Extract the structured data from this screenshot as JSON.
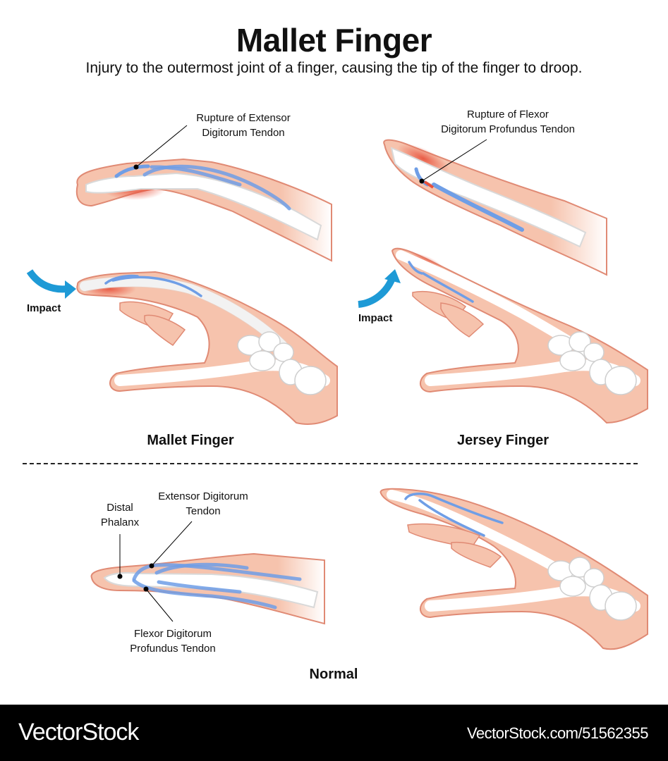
{
  "header": {
    "title": "Mallet Finger",
    "subtitle": "Injury to the outermost joint of a finger, causing the tip of the finger to droop."
  },
  "panels": {
    "mallet": {
      "caption": "Mallet Finger",
      "annotation": "Rupture of Extensor Digitorum Tendon",
      "annotation_line1": "Rupture of Extensor",
      "annotation_line2": "Digitorum Tendon",
      "impact_label": "Impact"
    },
    "jersey": {
      "caption": "Jersey Finger",
      "annotation_line1": "Rupture of Flexor",
      "annotation_line2": "Digitorum Profundus Tendon",
      "impact_label": "Impact"
    },
    "normal": {
      "caption": "Normal",
      "labels": {
        "distal_phalanx_line1": "Distal",
        "distal_phalanx_line2": "Phalanx",
        "extensor_line1": "Extensor Digitorum",
        "extensor_line2": "Tendon",
        "flexor_line1": "Flexor Digitorum",
        "flexor_line2": "Profundus Tendon"
      }
    }
  },
  "colors": {
    "skin": "#f6c3ad",
    "skin_outline": "#e08a74",
    "injury": "#e8503a",
    "bone": "#ffffff",
    "bone_shadow": "#d9d9d9",
    "tendon": "#6f9ee6",
    "arrow": "#1e9ad6"
  },
  "footer": {
    "brand": "VectorStock",
    "url": "VectorStock.com/51562355"
  }
}
